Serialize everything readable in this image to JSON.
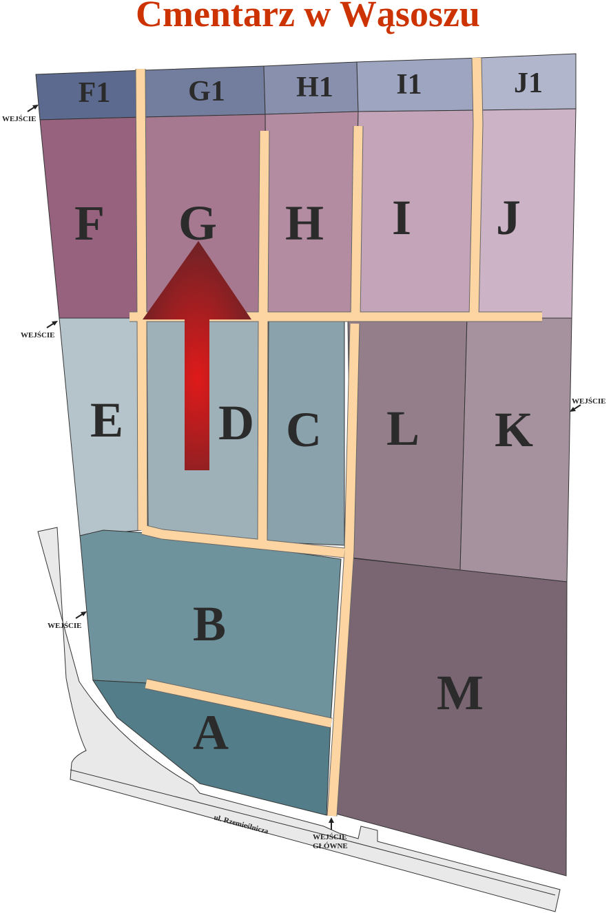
{
  "title": "Cmentarz w Wąsoszu",
  "sections": {
    "F1": "F1",
    "G1": "G1",
    "H1": "H1",
    "I1": "I1",
    "J1": "J1",
    "F": "F",
    "G": "G",
    "H": "H",
    "I": "I",
    "J": "J",
    "E": "E",
    "D": "D",
    "C": "C",
    "L": "L",
    "K": "K",
    "B": "B",
    "A": "A",
    "M": "M"
  },
  "entrances": {
    "nw": "WEJŚCIE",
    "w_mid": "WEJŚCIE",
    "w_low": "WEJŚCIE",
    "east": "WEJŚCIE",
    "main_line1": "WEJŚCIE",
    "main_line2": "GŁÓWNE"
  },
  "street": "ul. Rzemieślnicza",
  "colors": {
    "title": "#cc3300",
    "road": "#fcd5a2",
    "arrow": "#d42020"
  }
}
